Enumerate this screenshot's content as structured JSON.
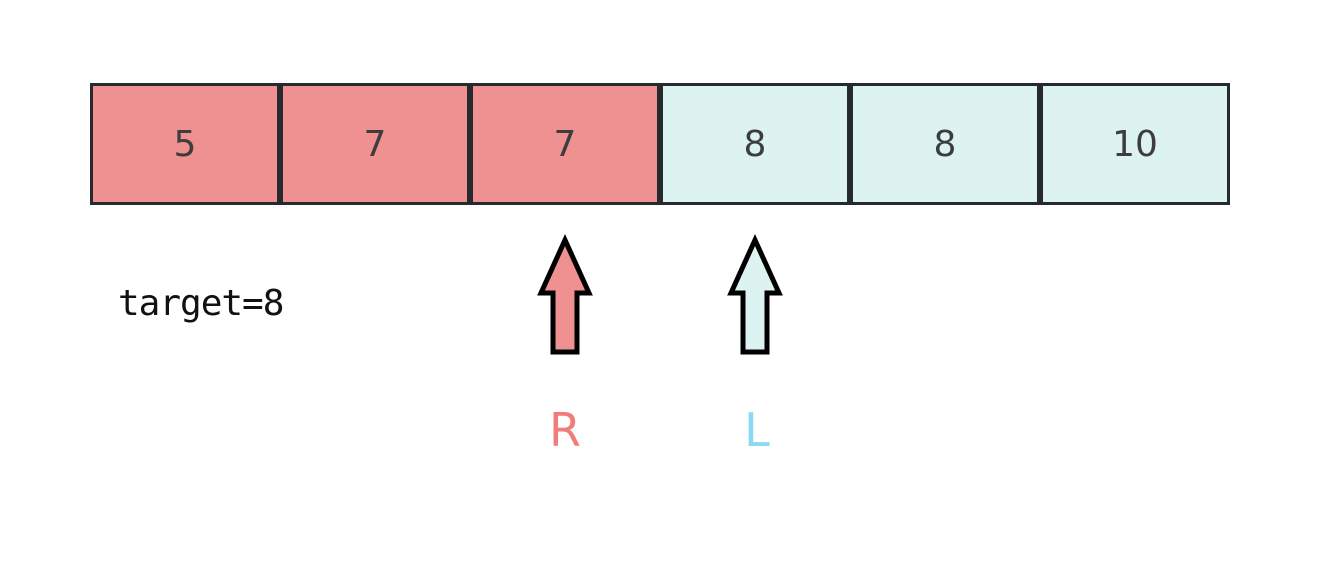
{
  "diagram": {
    "description": "binary-search-array-visualization",
    "target_label": "target=8",
    "cells": [
      {
        "value": "5",
        "state": "red"
      },
      {
        "value": "7",
        "state": "red"
      },
      {
        "value": "7",
        "state": "red"
      },
      {
        "value": "8",
        "state": "cyan"
      },
      {
        "value": "8",
        "state": "cyan"
      },
      {
        "value": "10",
        "state": "cyan"
      }
    ],
    "pointers": [
      {
        "label": "R",
        "cell_index": 2,
        "label_color": "#f07c7c",
        "arrow_fill": "#f09191"
      },
      {
        "label": "L",
        "cell_index": 3,
        "label_color": "#8bd9f2",
        "arrow_fill": "#ddf3f2"
      }
    ],
    "colors": {
      "red_cell": "#f09191",
      "cyan_cell": "#ddf3f2",
      "cell_border": "#26292d",
      "cell_text": "#3d3d3d",
      "arrow_outline": "#000000",
      "background": "#ffffff"
    }
  }
}
